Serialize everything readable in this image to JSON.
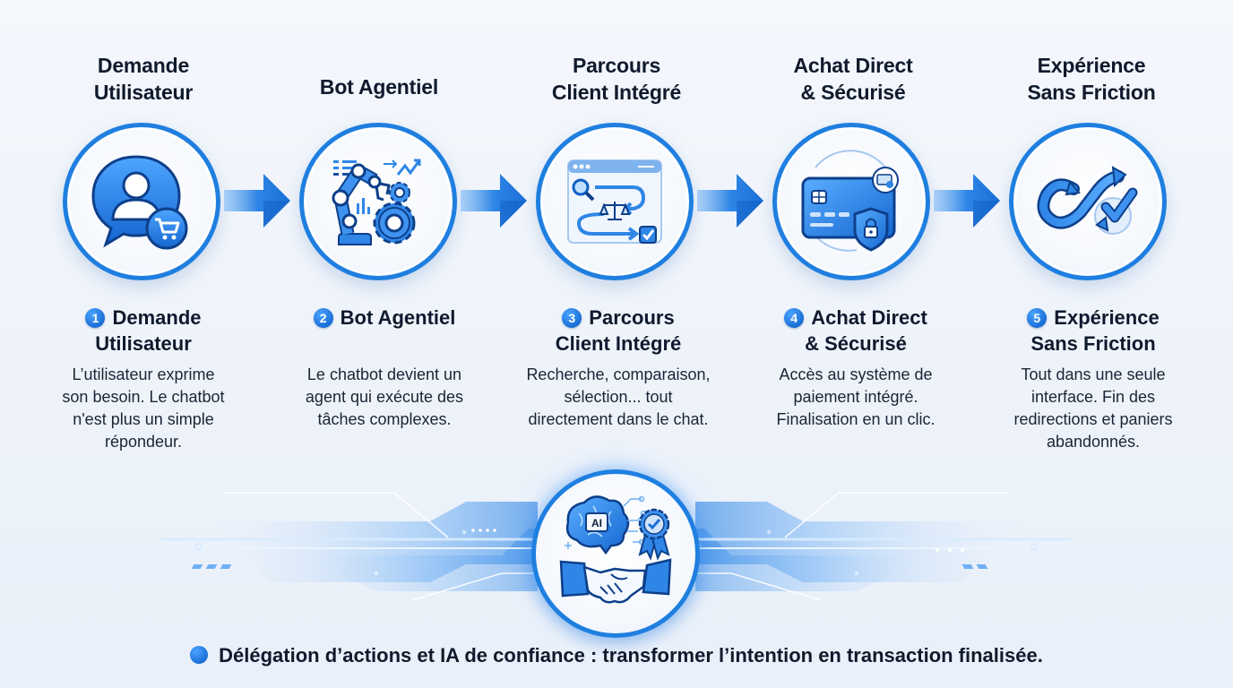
{
  "steps": [
    {
      "number": "1",
      "top_title_line1": "Demande",
      "top_title_line2": "Utilisateur",
      "label_line1": "Demande",
      "label_line2": "Utilisateur",
      "description": [
        "L’utilisateur exprime",
        "son besoin. Le chatbot",
        "n'est plus un simple",
        "répondeur."
      ],
      "icon": "user-chat-cart-icon"
    },
    {
      "number": "2",
      "top_title_line1": "Bot Agentiel",
      "top_title_line2": "",
      "label_line1": "Bot Agentiel",
      "label_line2": "",
      "description": [
        "Le chatbot devient un",
        "agent qui exécute des",
        "tâches complexes."
      ],
      "icon": "robot-arm-gears-icon"
    },
    {
      "number": "3",
      "top_title_line1": "Parcours",
      "top_title_line2": "Client Intégré",
      "label_line1": "Parcours",
      "label_line2": "Client Intégré",
      "description": [
        "Recherche, comparaison,",
        "sélection... tout",
        "directement dans le chat."
      ],
      "icon": "browser-journey-icon"
    },
    {
      "number": "4",
      "top_title_line1": "Achat Direct",
      "top_title_line2": "& Sécurisé",
      "label_line1": "Achat Direct",
      "label_line2": "& Sécurisé",
      "description": [
        "Accès au système de",
        "paiement intégré.",
        "Finalisation en un clic."
      ],
      "icon": "credit-card-shield-icon"
    },
    {
      "number": "5",
      "top_title_line1": "Expérience",
      "top_title_line2": "Sans Friction",
      "label_line1": "Expérience",
      "label_line2": "Sans Friction",
      "description": [
        "Tout dans une seule",
        "interface. Fin des",
        "redirections et paniers",
        "abandonnés."
      ],
      "icon": "infinity-check-icon"
    }
  ],
  "center_badge": {
    "ai_label": "AI",
    "icon": "ai-brain-handshake-icon"
  },
  "footer": {
    "text": "Délégation d’actions et IA de confiance : transformer l’intention en transaction finalisée."
  },
  "colors": {
    "accent": "#1f7fe0",
    "accent_dark": "#1459b8",
    "accent_light": "#4aa3ff",
    "text": "#0f1a2e",
    "background": "#f0f4fa"
  }
}
